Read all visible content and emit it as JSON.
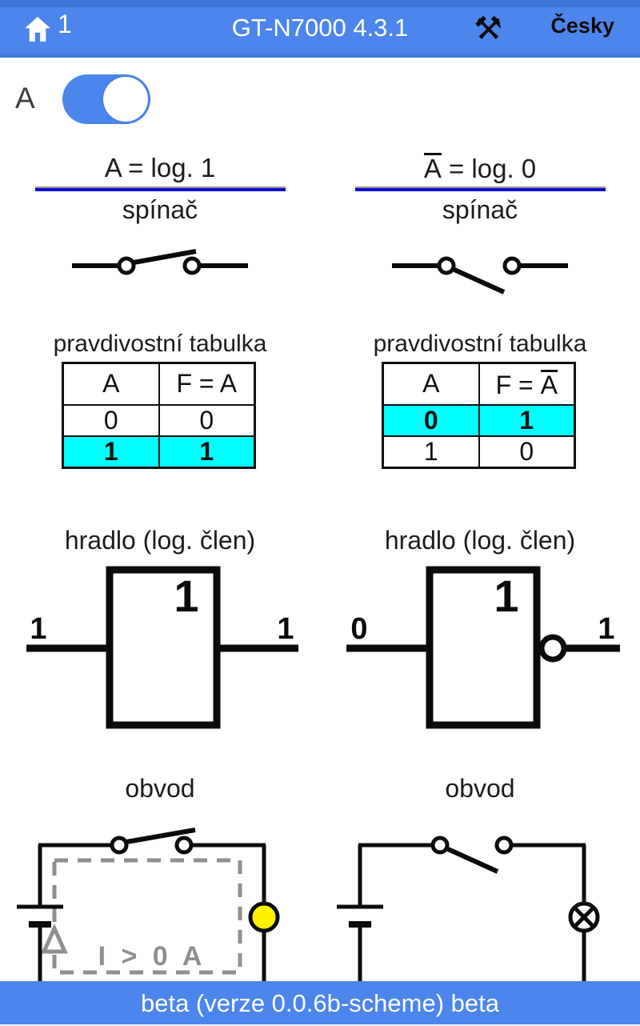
{
  "topbar": {
    "home_count": "1",
    "title": "GT-N7000 4.3.1",
    "tools_icon_glyph": "⚒",
    "language": "Česky"
  },
  "toggle": {
    "label": "A",
    "state": "on"
  },
  "columns": {
    "left": {
      "header": {
        "var": "A",
        "negated": false,
        "rest": " = log. 1"
      },
      "switch_label": "spínač",
      "switch_state": "closed",
      "table": {
        "title": "pravdivostní tabulka",
        "col1_header": "A",
        "col2_prefix": "F = ",
        "col2_var": "A",
        "col2_negated": false,
        "rows": [
          {
            "a": "0",
            "f": "0",
            "highlight": false
          },
          {
            "a": "1",
            "f": "1",
            "highlight": true
          }
        ]
      },
      "gate": {
        "label": "hradlo (log. člen)",
        "symbol": "1",
        "input": "1",
        "output": "1",
        "bubble": false
      },
      "circuit": {
        "label": "obvod",
        "lamp": "on",
        "current_label": "I > 0 A"
      }
    },
    "right": {
      "header": {
        "var": "A",
        "negated": true,
        "rest": " = log. 0"
      },
      "switch_label": "spínač",
      "switch_state": "open",
      "table": {
        "title": "pravdivostní tabulka",
        "col1_header": "A",
        "col2_prefix": "F = ",
        "col2_var": "A",
        "col2_negated": true,
        "rows": [
          {
            "a": "0",
            "f": "1",
            "highlight": true
          },
          {
            "a": "1",
            "f": "0",
            "highlight": false
          }
        ]
      },
      "gate": {
        "label": "hradlo (log. člen)",
        "symbol": "1",
        "input": "0",
        "output": "1",
        "bubble": true
      },
      "circuit": {
        "label": "obvod",
        "lamp": "off",
        "current_label": ""
      }
    }
  },
  "footer": {
    "text": "beta (verze 0.0.6b-scheme) beta"
  },
  "colors": {
    "bar_blue": "#4C86EC",
    "bar_blue_dark": "#3E72D4",
    "highlight_cyan": "#00FFFF",
    "divider_blue": "#0d0dcc",
    "lamp_yellow": "#FFF200",
    "dashed_gray": "#8f8f8f"
  }
}
